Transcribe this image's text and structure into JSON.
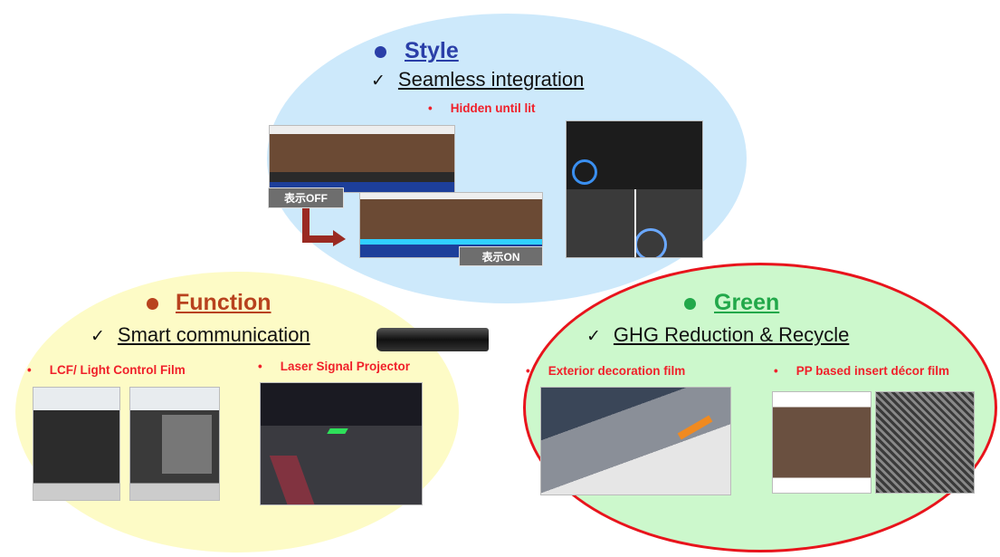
{
  "style": {
    "title": "Style",
    "subtitle": "Seamless integration",
    "bullets": [
      "Hidden until lit"
    ],
    "tags": {
      "off": "表示OFF",
      "on": "表示ON"
    },
    "color": "#2a3fa8"
  },
  "function": {
    "title": "Function",
    "subtitle": "Smart communication",
    "bullets": [
      "LCF/ Light Control Film",
      "Laser Signal Projector"
    ],
    "color": "#b8421e"
  },
  "green": {
    "title": "Green",
    "subtitle": "GHG Reduction & Recycle",
    "bullets": [
      "Exterior decoration film",
      "PP based insert décor film"
    ],
    "color": "#22a84a"
  },
  "symbols": {
    "check": "✓",
    "bullet": "•"
  }
}
